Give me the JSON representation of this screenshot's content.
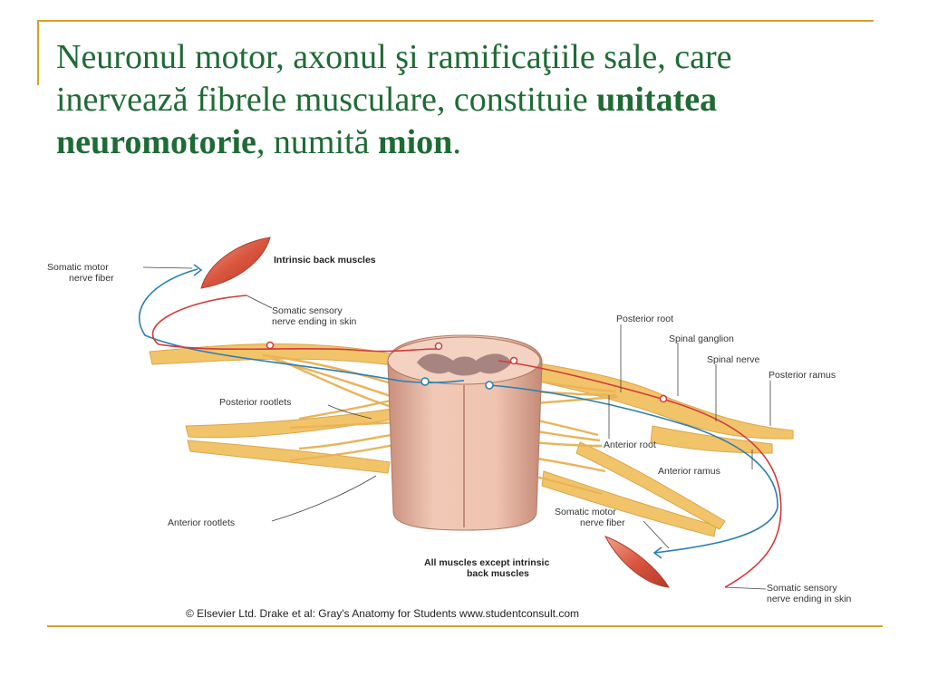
{
  "slide": {
    "title_part1": "Neuronul motor, axonul şi ramificaţiile sale, care inervează fibrele musculare, constituie ",
    "title_bold1": "unitatea neuromotorie",
    "title_part2": ", numită ",
    "title_bold2": "mion",
    "title_part3": "."
  },
  "figure": {
    "labels": {
      "somatic_motor_top_1": "Somatic motor",
      "somatic_motor_top_2": "nerve fiber",
      "intrinsic_back_muscles": "Intrinsic back muscles",
      "somatic_sensory_top_1": "Somatic sensory",
      "somatic_sensory_top_2": "nerve ending in skin",
      "posterior_root": "Posterior root",
      "spinal_ganglion": "Spinal ganglion",
      "spinal_nerve": "Spinal nerve",
      "posterior_ramus": "Posterior ramus",
      "posterior_rootlets": "Posterior rootlets",
      "anterior_root": "Anterior root",
      "anterior_ramus": "Anterior ramus",
      "anterior_rootlets": "Anterior rootlets",
      "somatic_motor_bottom_1": "Somatic motor",
      "somatic_motor_bottom_2": "nerve fiber",
      "all_muscles_1": "All muscles except intrinsic",
      "all_muscles_2": "back muscles",
      "somatic_sensory_bottom_1": "Somatic sensory",
      "somatic_sensory_bottom_2": "nerve ending in skin"
    },
    "credit": "© Elsevier Ltd. Drake et al: Gray's Anatomy for Students www.studentconsult.com"
  },
  "colors": {
    "title_green": "#1e6b35",
    "accent_gold": "#d6a12a",
    "nerve_yellow": "#f2c46a",
    "cord_pink": "#edc0ad",
    "motor_blue": "#2a7fb0",
    "sensory_red": "#d23a3a",
    "muscle_red": "#d9553e"
  }
}
